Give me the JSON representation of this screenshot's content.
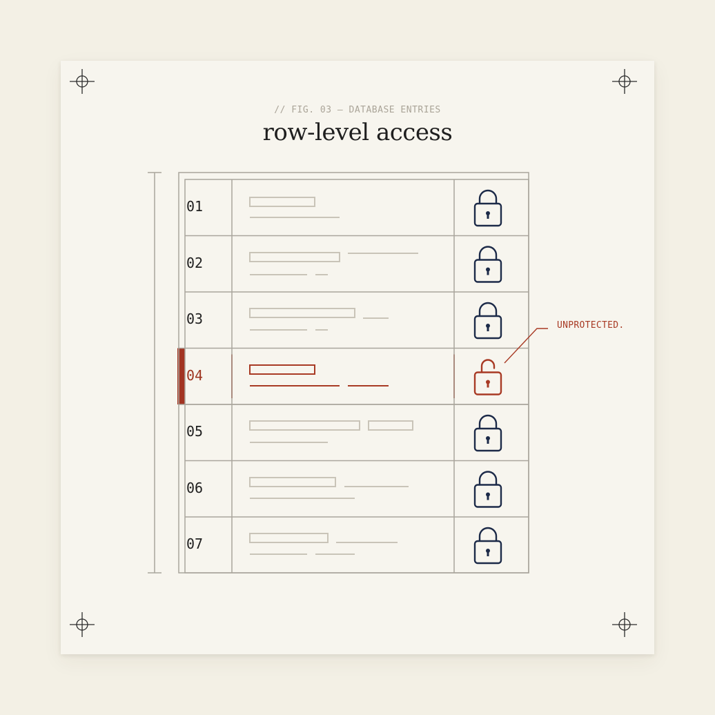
{
  "figure": {
    "caption": "// FIG. 03 — DATABASE ENTRIES",
    "title": "row-level access"
  },
  "annotation": {
    "label": "UNPROTECTED.",
    "target_row": "04"
  },
  "rows": [
    {
      "id": "01",
      "lock": "locked"
    },
    {
      "id": "02",
      "lock": "locked"
    },
    {
      "id": "03",
      "lock": "locked"
    },
    {
      "id": "04",
      "lock": "unlocked"
    },
    {
      "id": "05",
      "lock": "locked"
    },
    {
      "id": "06",
      "lock": "locked"
    },
    {
      "id": "07",
      "lock": "locked"
    }
  ],
  "icons": {
    "locked": "padlock-closed-icon",
    "unlocked": "padlock-open-icon",
    "corner": "crosshair-icon"
  },
  "colors": {
    "card": "#f7f5ee",
    "grid": "#a9a59c",
    "placeholder": "#c9c4b8",
    "lock": "#1c2a48",
    "alert": "#a83a24",
    "alert_bar": "#a23422"
  }
}
